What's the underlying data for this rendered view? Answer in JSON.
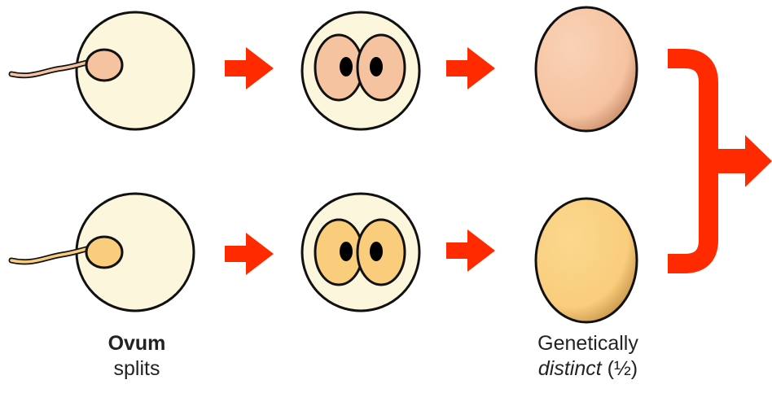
{
  "labels": {
    "left_title": "Ovum",
    "left_subtitle": "splits",
    "right_title": "Genetically",
    "right_subtitle_italic": "distinct",
    "right_subtitle_rest": " (½)"
  },
  "colors": {
    "arrow": "#ff2a00",
    "ovum_fill": "#fcf6dc",
    "outline": "#111111",
    "top_row_fill": "#f6c3a1",
    "bottom_row_fill": "#f9cd7c",
    "nucleus": "#000000"
  },
  "icons": {
    "sperm": "sperm-icon",
    "arrow": "right-arrow-icon",
    "bracket": "bracket-arrow-icon"
  }
}
